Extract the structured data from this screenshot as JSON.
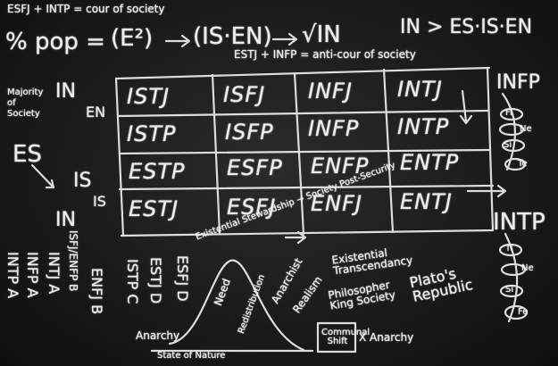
{
  "header_scribble": "ESFJ + INTP = cour of society",
  "formula": {
    "lhs": "% pop =",
    "e2": "(E²)",
    "arrow_term": "(IS·EN)",
    "sqrt_term": "√IN",
    "rhs": "IN > ES·IS·EN"
  },
  "formula_note": "ESTJ + INFP = anti-cour of society",
  "table": {
    "rows": [
      [
        "ISTJ",
        "ISFJ",
        "INFJ",
        "INTJ"
      ],
      [
        "ISTP",
        "ISFP",
        "INFP",
        "INTP"
      ],
      [
        "ESTP",
        "ESFP",
        "ENFP",
        "ENTP"
      ],
      [
        "ESTJ",
        "ESFJ",
        "ENFJ",
        "ENTJ"
      ]
    ]
  },
  "left_notes": {
    "majority": "Majority of Society",
    "es": "ES",
    "is": "IS",
    "in": "IN",
    "en": "EN",
    "is2": "IS",
    "in2": "IN"
  },
  "bottom_left_cols": [
    "INTP A",
    "INFP A",
    "INTJ A",
    "ISFJ/ENFP B",
    "ENFJ B",
    "ISTP C",
    "ESTJ D",
    "ESFJ D"
  ],
  "infp_block": {
    "title": "INFP",
    "markers": [
      "Fi",
      "Ne",
      "Si",
      "Te"
    ]
  },
  "intp_block": {
    "title": "INTP",
    "markers": [
      "Ti",
      "Ne",
      "Si",
      "Fe"
    ]
  },
  "curve_labels": {
    "slope": "Existential Stewardship → Society Post-Security",
    "anarchy": "Anarchy",
    "state_of_nature": "State of Nature",
    "need": "Need",
    "redistribution": "Redistribution",
    "anarchist": "Anarchist",
    "realism": "Realism",
    "existential": "Existential Transcendancy",
    "plato": "Plato's Republic",
    "philosopher_king": "Philosopher King Society",
    "box": "Communal Shift",
    "x_anarchy": "X Anarchy"
  }
}
